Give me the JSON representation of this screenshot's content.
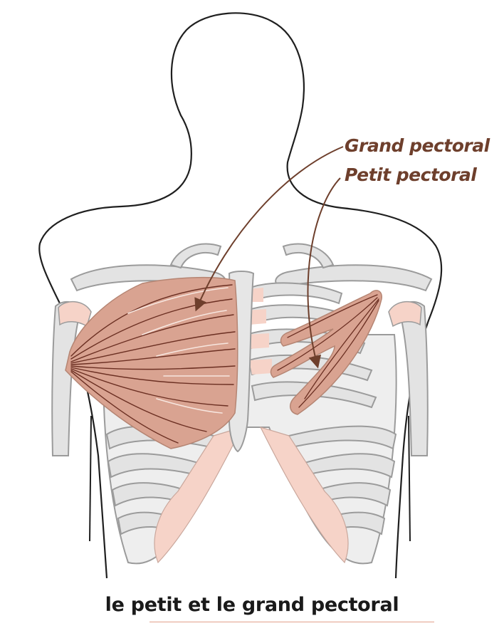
{
  "labels": {
    "grand_pectoral": "Grand pectoral",
    "petit_pectoral": "Petit pectoral"
  },
  "caption": "le petit et le grand pectoral",
  "colors": {
    "outline": "#1f1f1f",
    "bone_fill": "#e3e3e3",
    "bone_stroke": "#9b9b9b",
    "cartilage": "#f6d3c8",
    "muscle_fill": "#d9a391",
    "muscle_fiber_dark": "#6b2f22",
    "muscle_fiber_light": "#f7e6df",
    "label_text": "#6e3f2c",
    "leader_line": "#6e3f2c",
    "caption_rule": "#e2a08a"
  }
}
